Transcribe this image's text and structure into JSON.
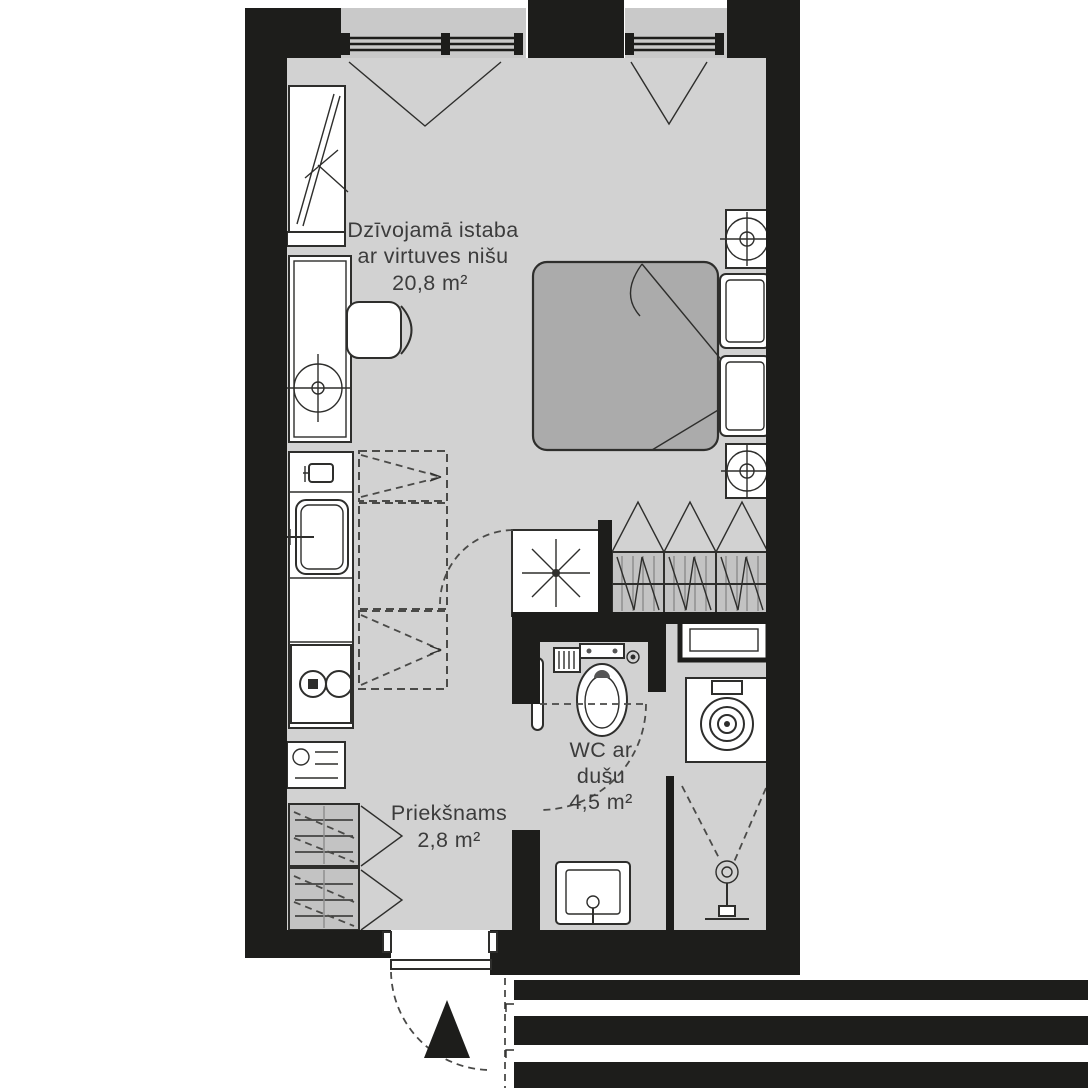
{
  "plan": {
    "rooms": [
      {
        "name_lines": [
          "Dzīvojamā istaba",
          "ar virtuves nišu"
        ],
        "area": "20,8 m²"
      },
      {
        "name_lines": [
          "Priekšnams"
        ],
        "area": "2,8 m²"
      },
      {
        "name_lines": [
          "WC ar",
          "dušu"
        ],
        "area": "4,5 m²"
      }
    ],
    "colors": {
      "wall": "#1d1d1b",
      "floor": "#d2d2d2",
      "furniture_fill": "#ffffff",
      "line": "#2e2e2c",
      "dash": "#4a4a48",
      "bed_fill": "#ababab",
      "cabinet_fill": "#c3c3c3",
      "recess_fill": "#c9c9c9",
      "text": "#3c3c3c",
      "background": "#ffffff"
    }
  }
}
